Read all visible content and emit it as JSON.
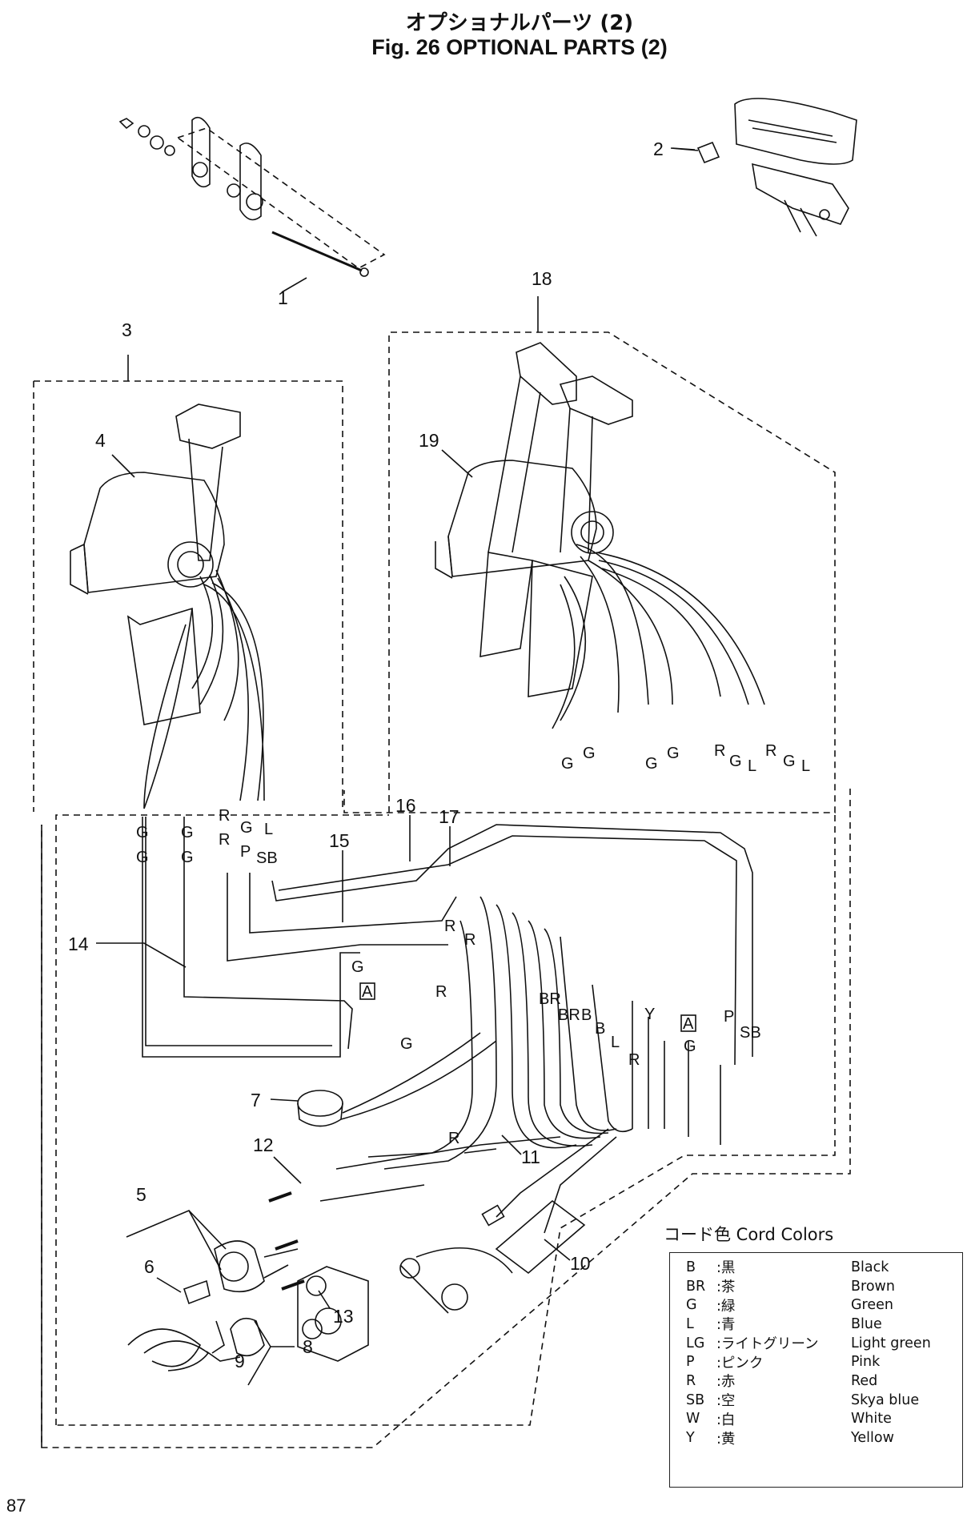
{
  "title_jp": "オプショナルパーツ (2)",
  "title_en": "Fig. 26   OPTIONAL PARTS (2)",
  "page_number": "87",
  "callouts": [
    "1",
    "2",
    "3",
    "4",
    "5",
    "6",
    "7",
    "8",
    "9",
    "10",
    "11",
    "12",
    "13",
    "14",
    "15",
    "16",
    "17",
    "18",
    "19"
  ],
  "wire_labels": {
    "left_lever": [
      "G",
      "G",
      "R",
      "G",
      "L",
      "G",
      "G",
      "R",
      "P",
      "SB"
    ],
    "right_lever": [
      "G",
      "G",
      "G",
      "G",
      "R",
      "G",
      "L",
      "R",
      "G",
      "L"
    ],
    "harness": [
      "G",
      "R",
      "R",
      "R",
      "BR",
      "BR",
      "B",
      "B",
      "L",
      "R",
      "Y",
      "P",
      "SB",
      "G",
      "G",
      "R"
    ],
    "box_a": "A"
  },
  "legend": {
    "title": "コード色 Cord Colors",
    "rows": [
      {
        "code": "B",
        "jp": ":黒",
        "en": "Black"
      },
      {
        "code": "BR",
        "jp": ":茶",
        "en": "Brown"
      },
      {
        "code": "G",
        "jp": ":緑",
        "en": "Green"
      },
      {
        "code": "L",
        "jp": ":青",
        "en": "Blue"
      },
      {
        "code": "LG",
        "jp": ":ライトグリーン",
        "en": "Light green"
      },
      {
        "code": "P",
        "jp": ":ピンク",
        "en": "Pink"
      },
      {
        "code": "R",
        "jp": ":赤",
        "en": "Red"
      },
      {
        "code": "SB",
        "jp": ":空",
        "en": "Skya blue"
      },
      {
        "code": "W",
        "jp": ":白",
        "en": "White"
      },
      {
        "code": "Y",
        "jp": ":黄",
        "en": "Yellow"
      }
    ]
  }
}
